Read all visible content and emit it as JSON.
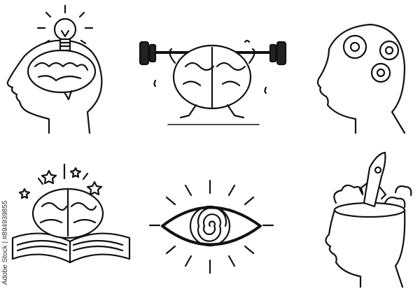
{
  "watermark": "Adobe Stock | #894939855",
  "icons": [
    {
      "name": "head-with-brain-and-lightbulb"
    },
    {
      "name": "brain-lifting-barbell"
    },
    {
      "name": "head-with-gears"
    },
    {
      "name": "brain-over-open-book-with-stars"
    },
    {
      "name": "hypnotic-spiral-eye"
    },
    {
      "name": "head-with-rocket-launch"
    }
  ],
  "colors": {
    "ink": "#111111",
    "background": "#ffffff"
  }
}
